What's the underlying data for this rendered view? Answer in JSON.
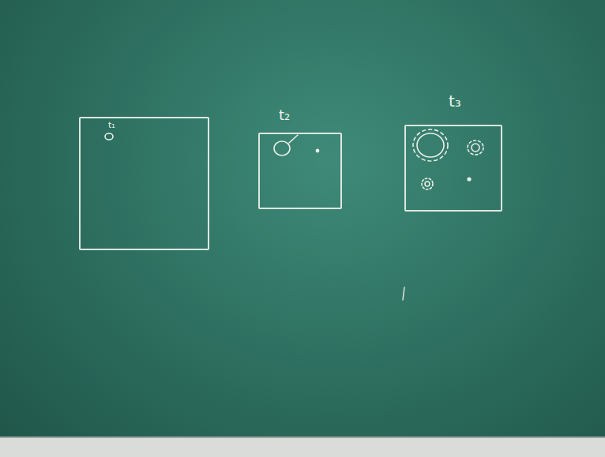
{
  "diagram": {
    "nodes": [
      {
        "text": [
          "t₁"
        ]
      },
      {
        "text": [
          "t₂"
        ]
      },
      {
        "text": [
          "t₃"
        ]
      }
    ]
  }
}
